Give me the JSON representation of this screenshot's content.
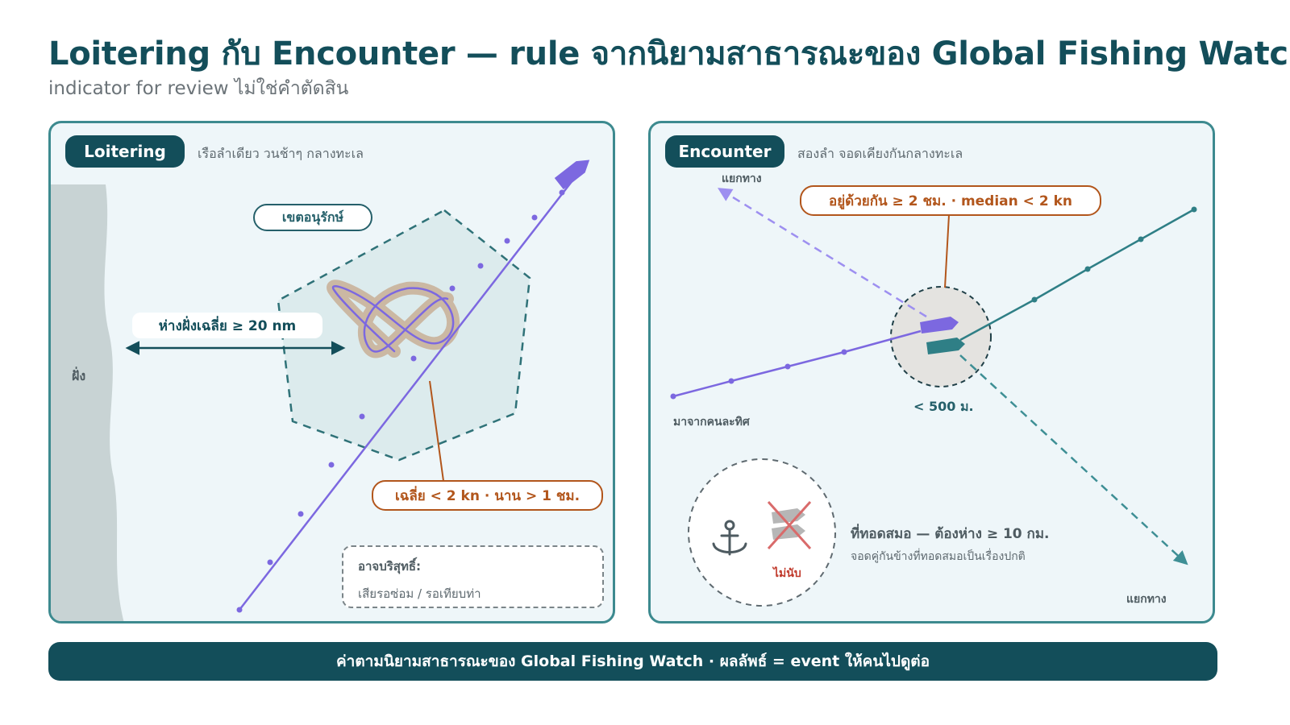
{
  "page": {
    "title": "Loitering กับ Encounter — rule จากนิยามสาธารณะของ Global Fishing Watch",
    "subtitle": "indicator for review ไม่ใช่คำตัดสิน"
  },
  "loitering": {
    "chip": "Loitering",
    "description": "เรือลำเดียว วนช้าๆ กลางทะเล",
    "shore_label": "ฝั่ง",
    "zone_label": "เขตอนุรักษ์",
    "distance_label": "ห่างฝั่งเฉลี่ย ≥ 20 nm",
    "speed_label": "เฉลี่ย < 2 kn · นาน > 1 ชม.",
    "note_title": "อาจบริสุทธิ์:",
    "note_body": "เสียรอซ่อม / รอเทียบท่า"
  },
  "encounter": {
    "chip": "Encounter",
    "description": "สองลำ จอดเคียงกันกลางทะเล",
    "together_label": "อยู่ด้วยกัน ≥ 2 ชม. · median < 2 kn",
    "split_label_top": "แยกทาง",
    "split_label_bottom": "แยกทาง",
    "from_label": "มาจากคนละทิศ",
    "distance_label": "< 500 ม.",
    "anchor_title": "ที่ทอดสมอ — ต้องห่าง ≥ 10 กม.",
    "anchor_desc": "จอดคู่กันข้างที่ทอดสมอเป็นเรื่องปกติ",
    "not_counted": "ไม่นับ"
  },
  "footer": {
    "text": "ค่าตามนิยามสาธารณะของ Global Fishing Watch · ผลลัพธ์ = event ให้คนไปดูต่อ"
  },
  "colors": {
    "primary": "#134e5a",
    "teal": "#3d8a8f",
    "vessel_purple": "#7c68e0",
    "vessel_teal": "#2f7f86",
    "highlight_orange": "#b2561c",
    "halo_tan": "#cbb8a3",
    "panel_bg": "#eef6f9",
    "shore_gray": "#c8d3d4"
  },
  "icons": [
    "anchor-icon",
    "vessel-icon",
    "crossed-out-vessels-icon"
  ]
}
